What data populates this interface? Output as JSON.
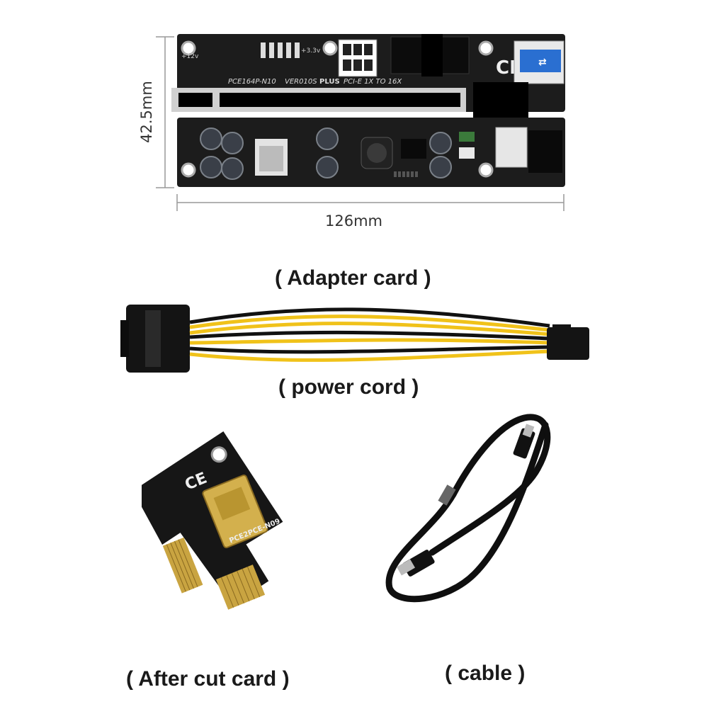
{
  "adapter": {
    "board_text": {
      "model": "PCE164P-N10",
      "version": "VER010S",
      "plus": "PLUS",
      "subtitle": "PCI-E 1X TO 16X",
      "v12": "+12v",
      "v33": "+3.3v"
    },
    "height_label": "42.5mm",
    "width_label": "126mm",
    "caption": "( Adapter card )"
  },
  "power_cord": {
    "caption": "( power cord )"
  },
  "after_cut": {
    "board_text": "PCE2PCE-N09",
    "caption": "( After cut card )"
  },
  "cable": {
    "caption": "( cable )"
  },
  "colors": {
    "pcb": "#1b1b1b",
    "gold": "#c9a441",
    "wire_yellow": "#f0c21a",
    "wire_black": "#111111",
    "usb_blue": "#2a6fd1"
  }
}
